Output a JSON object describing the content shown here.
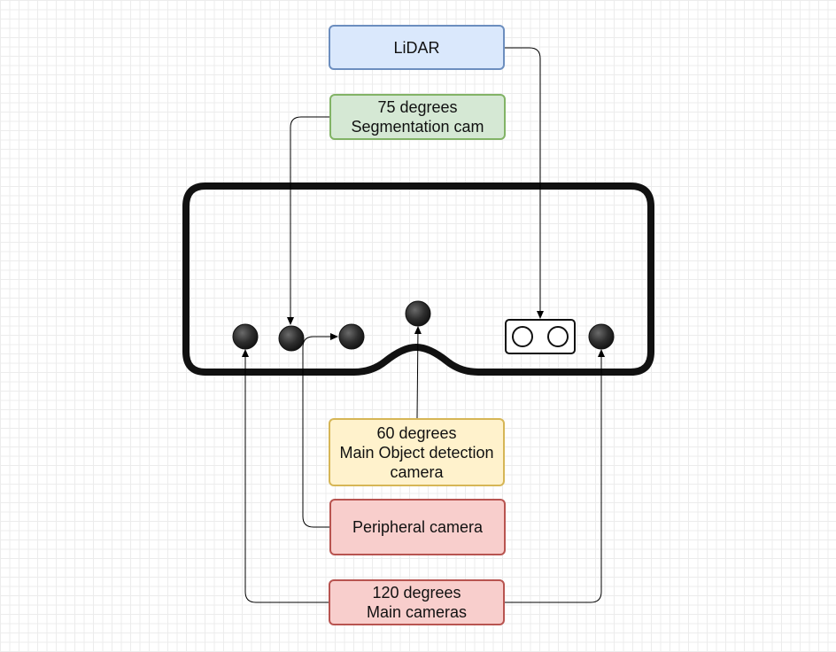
{
  "colors": {
    "lidar_fill": "#dae8fc",
    "lidar_stroke": "#6c8ebf",
    "segmentation_fill": "#d5e8d4",
    "segmentation_stroke": "#82b366",
    "object_detection_fill": "#fff2cc",
    "object_detection_stroke": "#d6b656",
    "camera_fill": "#f8cecc",
    "camera_stroke": "#b85450",
    "vehicle_outline": "#111111",
    "sensor_dot": "#2b2b2b"
  },
  "nodes": {
    "lidar": {
      "line1": "LiDAR"
    },
    "segmentation_cam": {
      "line1": "75 degrees",
      "line2": "Segmentation cam"
    },
    "object_detection_cam": {
      "line1": "60 degrees",
      "line2": "Main Object detection",
      "line3": "camera"
    },
    "peripheral_cam": {
      "line1": "Peripheral camera"
    },
    "main_cams": {
      "line1": "120 degrees",
      "line2": "Main cameras"
    }
  },
  "edges": [
    {
      "from": "lidar",
      "to": "lidar-sensor"
    },
    {
      "from": "segmentation_cam",
      "to": "segmentation-camera-dot"
    },
    {
      "from": "object_detection_cam",
      "to": "object-detection-camera-dot"
    },
    {
      "from": "peripheral_cam",
      "to": "peripheral-camera-dot"
    },
    {
      "from": "main_cams",
      "to": "main-camera-left-dot"
    },
    {
      "from": "main_cams",
      "to": "main-camera-right-dot"
    }
  ]
}
